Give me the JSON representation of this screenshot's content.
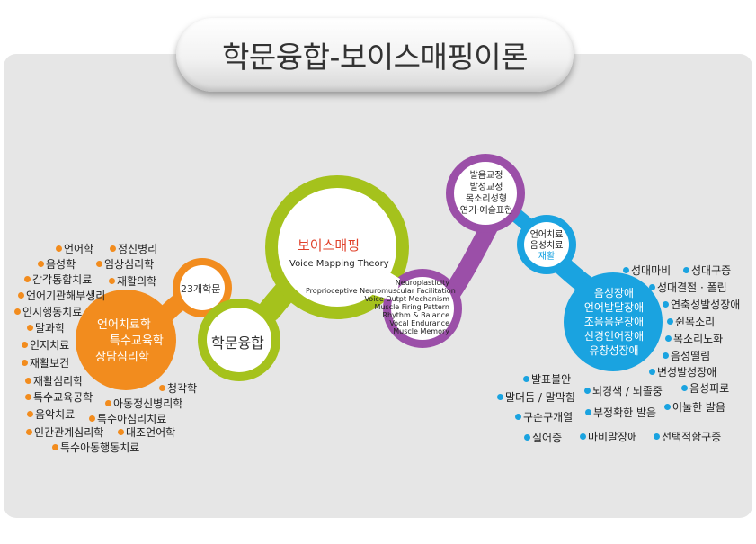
{
  "title": "학문융합-보이스매핑이론",
  "colors": {
    "orange": "#f28c1e",
    "lime": "#a5c21c",
    "purple": "#9b4fa8",
    "blue": "#1aa3e0",
    "panel": "#e6e6e6",
    "red_text": "#e0412a"
  },
  "orange_hub": {
    "lines": [
      "언어치료학",
      "특수교육학",
      "상담심리학"
    ]
  },
  "small_orange": {
    "label": "23개학문"
  },
  "lime_hub": {
    "label": "학문융합"
  },
  "center": {
    "title": "보이스매핑",
    "subtitle": "Voice Mapping Theory",
    "lines": [
      "Neuroplasticity",
      "Proprioceptive Neuromuscular Facilitation",
      "Voice Outpt Mechanism",
      "Muscle Firing Pattern",
      "Rhythm & Balance",
      "Vocal Endurance",
      "Muscle Memory"
    ]
  },
  "purple_top": {
    "lines": [
      "발음교정",
      "발성교정",
      "목소리성형",
      "연기·예술표현"
    ]
  },
  "blue_small": {
    "lines": [
      "언어치료",
      "음성치료"
    ],
    "highlight": "재활"
  },
  "blue_big": {
    "lines": [
      "음성장애",
      "언어발달장애",
      "조음음운장애",
      "신경언어장애",
      "유창성장애"
    ]
  },
  "left_items": [
    "언어학",
    "정신병리",
    "음성학",
    "임상심리학",
    "감각통합치료",
    "재활의학",
    "언어기관해부생리",
    "인지행동치료",
    "말과학",
    "인지치료",
    "재활보건",
    "재활심리학",
    "청각학",
    "특수교육공학",
    "아동정신병리학",
    "음악치료",
    "특수아심리치료",
    "인간관계심리학",
    "대조언어학",
    "특수아동행동치료"
  ],
  "right_items": [
    "성대마비",
    "성대구증",
    "성대결절 · 폴립",
    "연축성발성장애",
    "쉰목소리",
    "목소리노화",
    "음성떨림",
    "변성발성장애",
    "발표불안",
    "말더듬 / 말막힘",
    "뇌경색 / 뇌졸중",
    "음성피로",
    "구순구개열",
    "부정확한 발음",
    "어눌한 발음",
    "실어증",
    "마비말장애",
    "선택적함구증"
  ]
}
